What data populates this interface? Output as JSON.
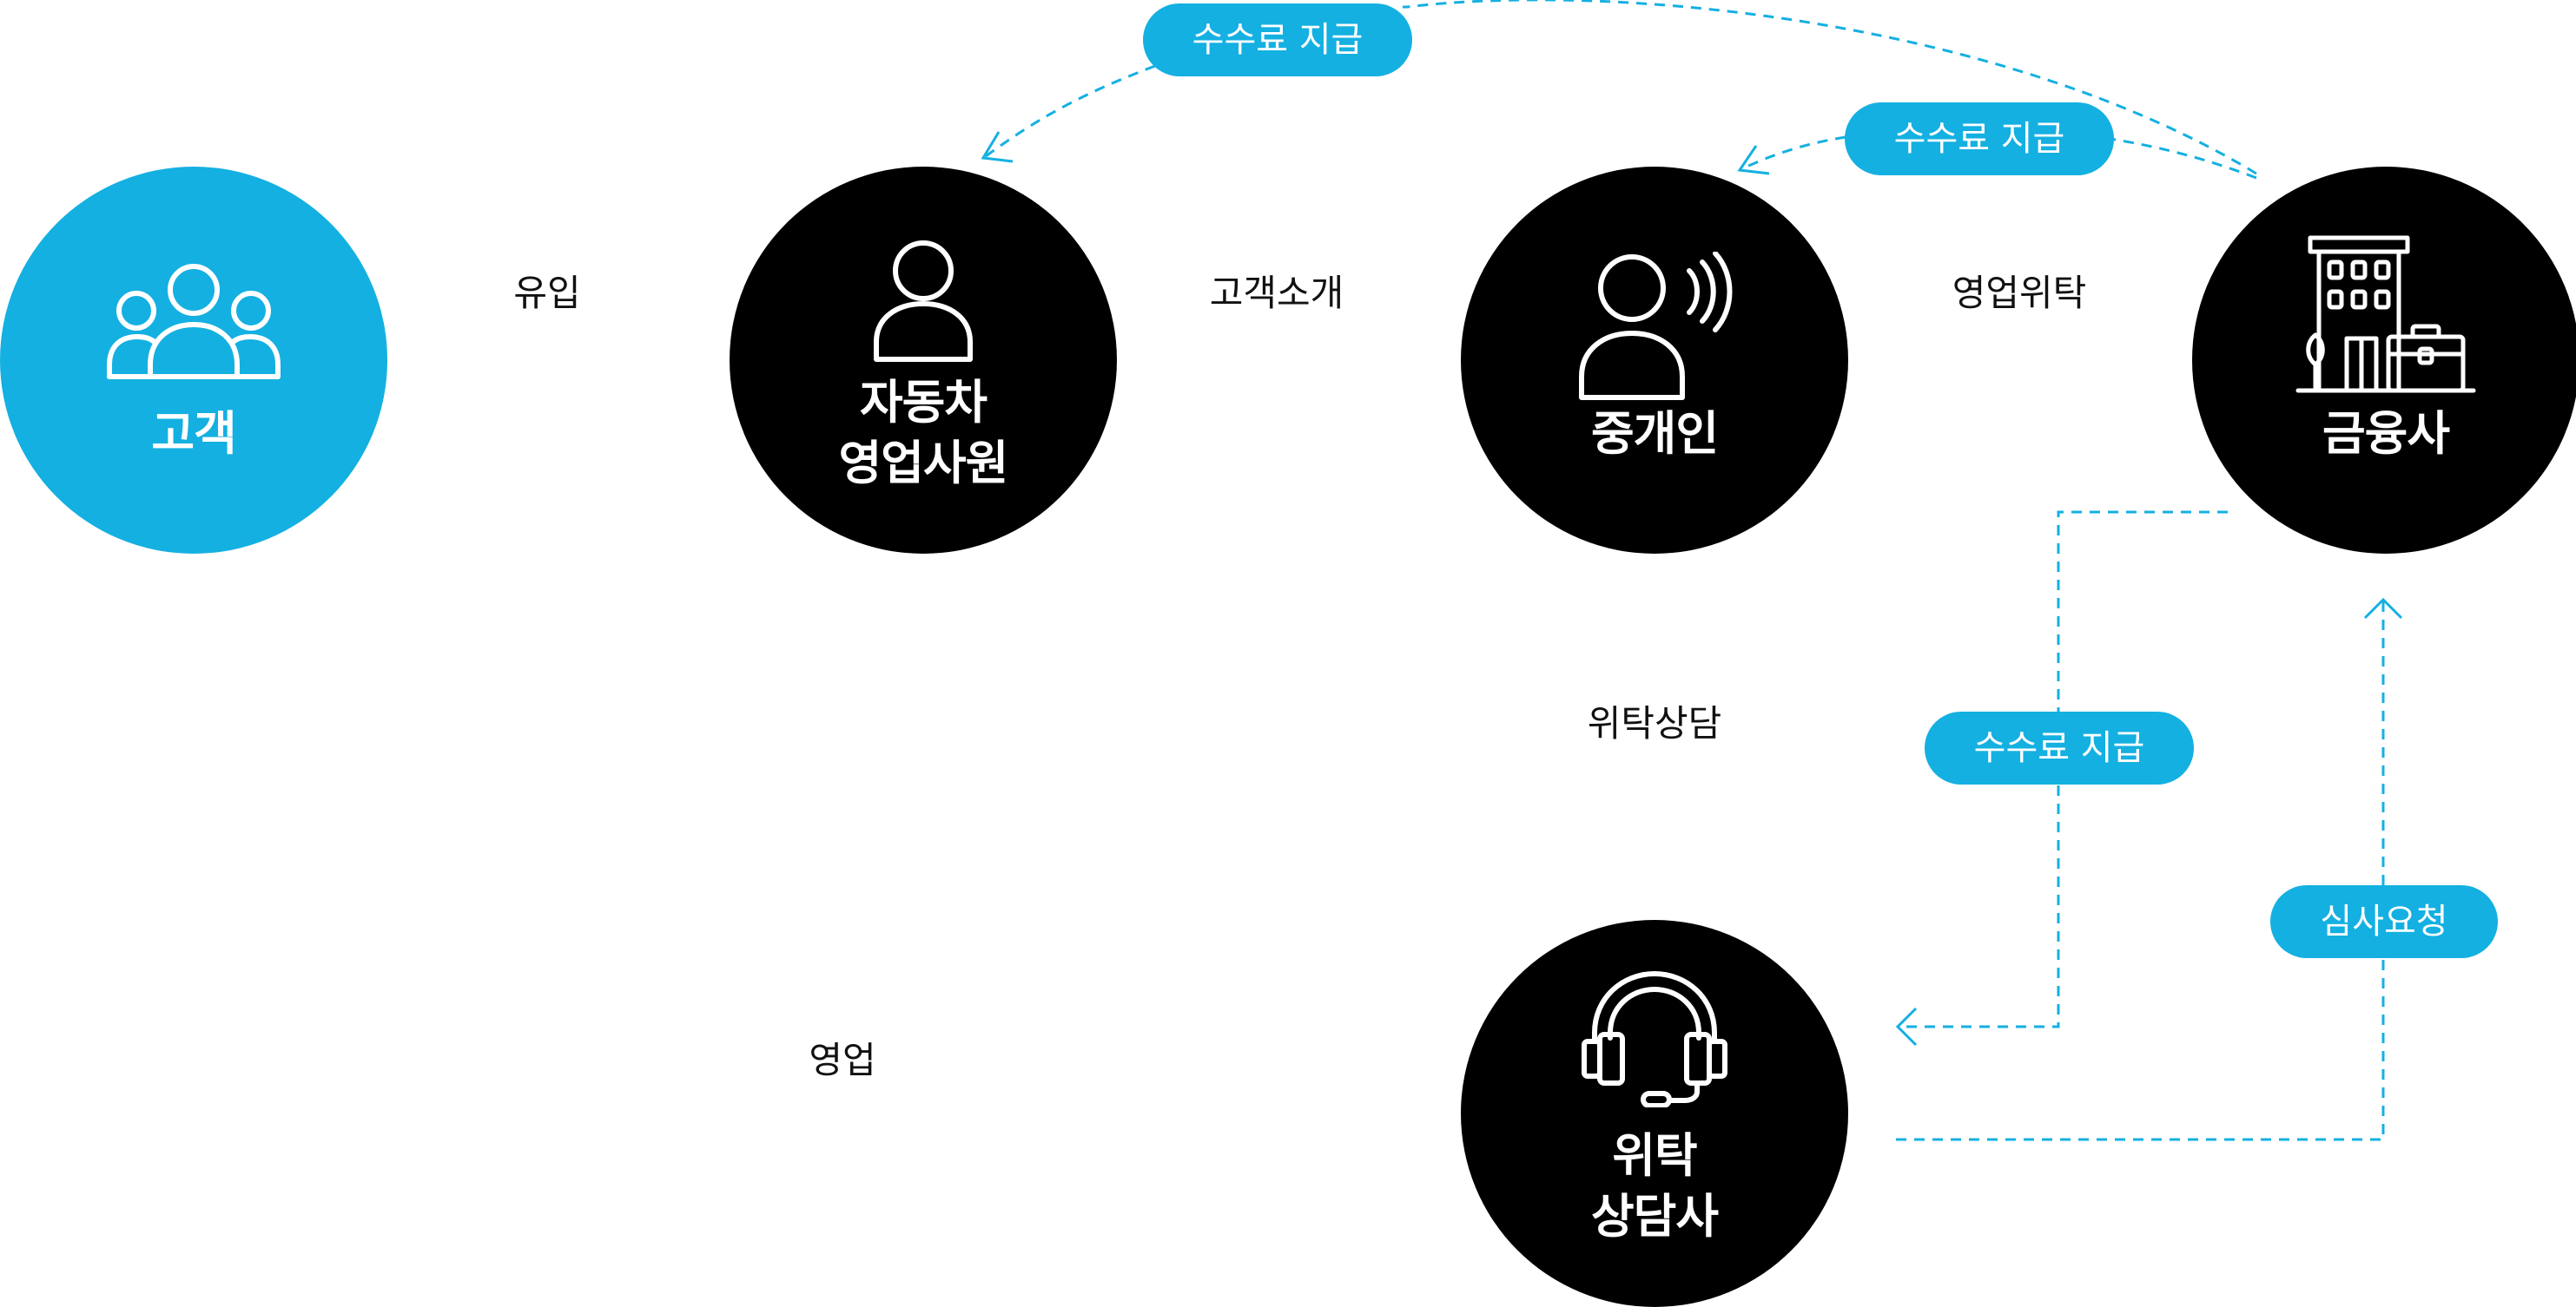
{
  "colors": {
    "accent": "#14b0e1",
    "node": "#000000",
    "text_on_node": "#ffffff",
    "connector": "#14b0e1"
  },
  "nodes": {
    "customer": {
      "label": "고객",
      "icon": "group-icon"
    },
    "salesperson": {
      "label_line1": "자동차",
      "label_line2": "영업사원",
      "icon": "person-icon"
    },
    "broker": {
      "label": "중개인",
      "icon": "speaking-person-icon"
    },
    "finance": {
      "label": "금융사",
      "icon": "building-briefcase-icon"
    },
    "consulting": {
      "label_line1": "위탁",
      "label_line2": "상담사",
      "icon": "headset-icon"
    }
  },
  "edges": {
    "customer_to_salesperson": "유입",
    "salesperson_to_broker": "고객소개",
    "broker_to_finance": "영업위탁",
    "broker_to_consulting": "위탁상담",
    "salesperson_to_consulting": "영업"
  },
  "flows": {
    "fee_to_salesperson": "수수료 지급",
    "fee_to_broker": "수수료 지급",
    "fee_to_consulting": "수수료 지급",
    "review_request": "심사요청"
  }
}
